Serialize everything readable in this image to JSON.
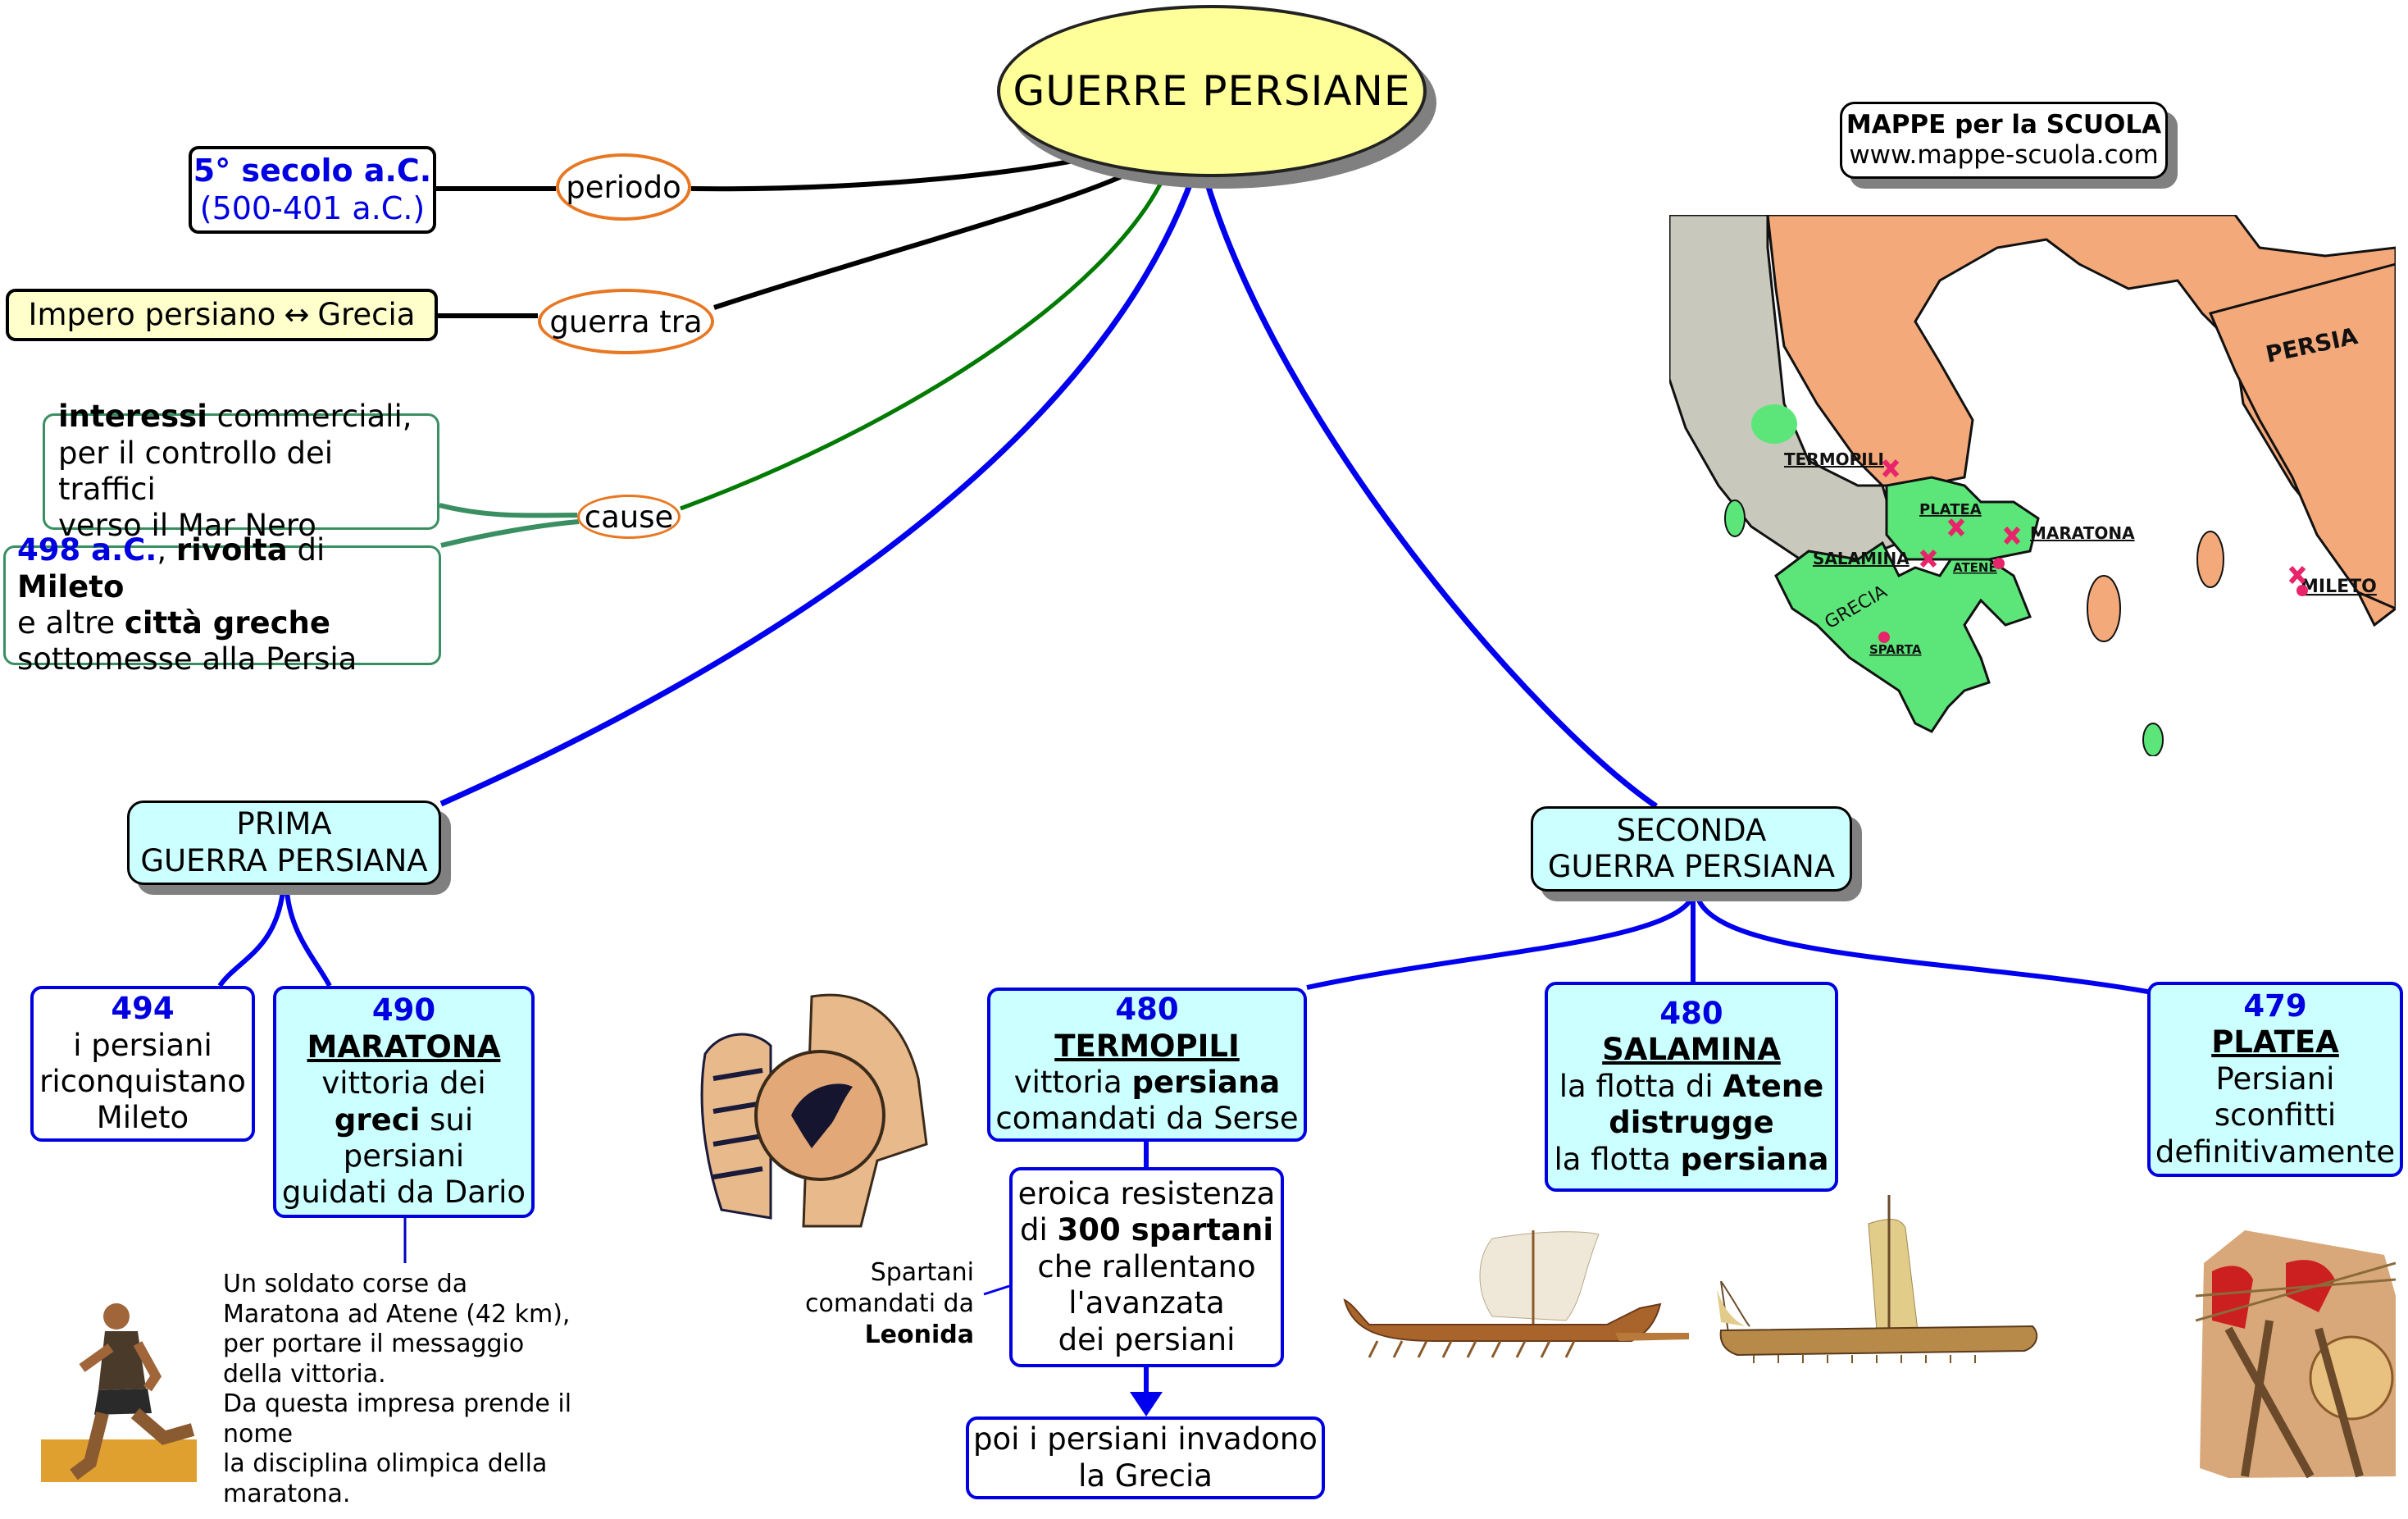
{
  "title": "GUERRE PERSIANE",
  "brand": {
    "line1": "MAPPE per la SCUOLA",
    "line2": "www.mappe-scuola.com"
  },
  "colors": {
    "accent_blue": "#0000e0",
    "link_orange": "#e87722",
    "title_fill": "#ffff99",
    "node_cyan": "#ccffff",
    "cause_green": "#3a8f62",
    "map_persia": "#f4a97a",
    "map_grecia": "#5ce67a",
    "marker": "#e8246a"
  },
  "branches": {
    "periodo": {
      "label": "periodo",
      "line1": "5° secolo a.C.",
      "line2": "(500-401 a.C.)"
    },
    "guerra_tra": {
      "label": "guerra tra",
      "text_left": "Impero persiano",
      "arrow": "↔",
      "text_right": "Grecia"
    },
    "cause": {
      "label": "cause",
      "cause1": {
        "bold": "interessi",
        "rest1": " commerciali,",
        "line2": "per il controllo dei traffici",
        "line3": "verso il Mar Nero"
      },
      "cause2": {
        "year": "498 a.C.",
        "sep": ", ",
        "bold1": "rivolta",
        "mid": " di ",
        "bold2": "Mileto",
        "line2a": "e altre ",
        "line2b": "città greche",
        "line3": "sottomesse alla Persia"
      }
    }
  },
  "prima": {
    "label_line1": "PRIMA",
    "label_line2": "GUERRA PERSIANA",
    "events": [
      {
        "year": "494",
        "lines": [
          "i persiani",
          "riconquistano",
          "Mileto"
        ]
      },
      {
        "year": "490",
        "place": "MARATONA",
        "l1": "vittoria dei",
        "l2b": "greci",
        "l2": " sui",
        "l3": "persiani",
        "l4": "guidati da Dario"
      }
    ],
    "note": [
      "Un soldato corse da",
      "Maratona ad Atene (42 km),",
      "per portare il messaggio",
      "della vittoria.",
      "Da questa impresa prende il",
      "nome",
      "la disciplina olimpica della",
      "maratona."
    ]
  },
  "seconda": {
    "label_line1": "SECONDA",
    "label_line2": "GUERRA PERSIANA",
    "termopili": {
      "year": "480",
      "place": "TERMOPILI",
      "l1a": "vittoria ",
      "l1b": "persiana",
      "l2": "comandati da Serse"
    },
    "resistenza": {
      "l1": "eroica resistenza",
      "l2a": "di ",
      "l2b": "300 spartani",
      "l3": "che rallentano",
      "l4": "l'avanzata",
      "l5": "dei persiani"
    },
    "spartani_note": {
      "l1": "Spartani",
      "l2": "comandati da",
      "l3": "Leonida"
    },
    "invasione": {
      "l1": "poi i persiani invadono",
      "l2": "la Grecia"
    },
    "salamina": {
      "year": "480",
      "place": "SALAMINA",
      "l1a": "la flotta di ",
      "l1b": "Atene",
      "l2": "distrugge",
      "l3a": "la flotta ",
      "l3b": "persiana"
    },
    "platea": {
      "year": "479",
      "place": "PLATEA",
      "l1": "Persiani",
      "l2": "sconfitti",
      "l3": "definitivamente"
    }
  },
  "map": {
    "labels": {
      "persia": "PERSIA",
      "grecia": "GRECIA",
      "termopili": "TERMOPILI",
      "platea": "PLATEA",
      "maratona": "MARATONA",
      "salamina": "SALAMINA",
      "atene": "ATENE",
      "sparta": "SPARTA",
      "mileto": "MILETO"
    }
  },
  "images": {
    "runner": "greek-runner-illustration",
    "hoplite": "greek-vs-persian-vase-painting",
    "trireme1": "trireme-ship",
    "trireme2": "trireme-ship",
    "battle": "hoplite-battle-painting"
  }
}
